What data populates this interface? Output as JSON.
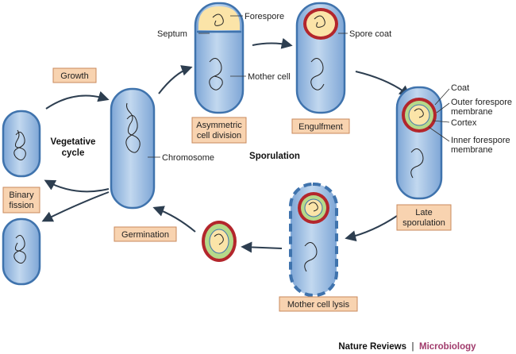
{
  "diagram": {
    "stage_boxes": {
      "growth": "Growth",
      "asymmetric_line1": "Asymmetric",
      "asymmetric_line2": "cell division",
      "engulfment": "Engulfment",
      "late_line1": "Late",
      "late_line2": "sporulation",
      "mother_cell_lysis": "Mother cell lysis",
      "germination": "Germination",
      "binary_line1": "Binary",
      "binary_line2": "fission"
    },
    "labels": {
      "septum": "Septum",
      "forespore": "Forespore",
      "mother_cell": "Mother cell",
      "spore_coat": "Spore coat",
      "coat": "Coat",
      "outer_forespore_line1": "Outer forespore",
      "outer_forespore_line2": "membrane",
      "cortex": "Cortex",
      "inner_forespore_line1": "Inner forespore",
      "inner_forespore_line2": "membrane",
      "chromosome": "Chromosome"
    },
    "cycle_labels": {
      "vegetative_line1": "Vegetative",
      "vegetative_line2": "cycle",
      "sporulation": "Sporulation"
    },
    "credit": {
      "publisher": "Nature Reviews",
      "separator": "|",
      "journal": "Microbiology"
    },
    "colors": {
      "cell_fill": "#a9c6e6",
      "cell_stroke": "#3f73ad",
      "forespore_fill": "#fbe4a8",
      "coat_red": "#b3262c",
      "cortex_green": "#b6d98a",
      "box_fill": "#f8d3b0",
      "box_stroke": "#c98a5c",
      "arrow": "#2d3e50",
      "journal_color": "#a03a6b"
    }
  }
}
